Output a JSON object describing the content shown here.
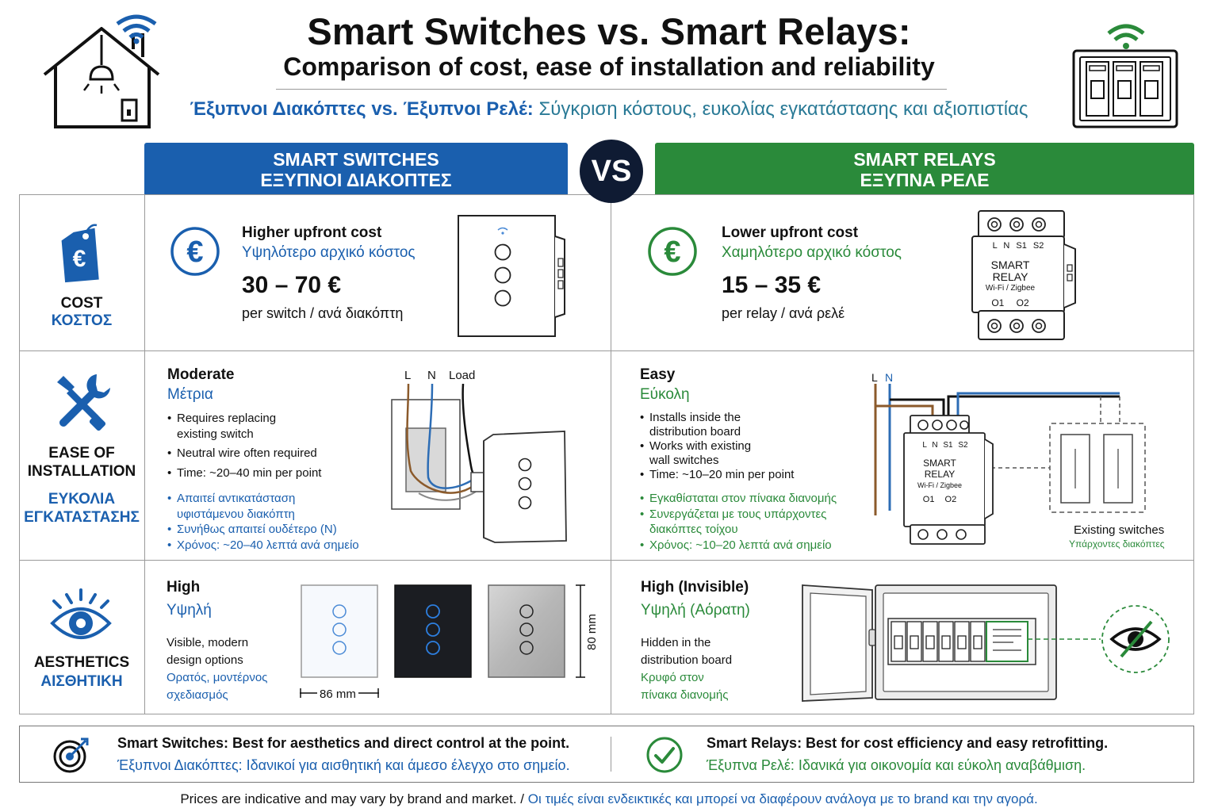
{
  "header": {
    "title": "Smart Switches vs. Smart Relays:",
    "subtitle": "Comparison of cost, ease of installation and reliability",
    "greek_subtitle_bold": "Έξυπνοι Διακόπτες vs. Έξυπνοι Ρελέ:",
    "greek_subtitle_rest": "Σύγκριση κόστους, ευκολίας εγκατάστασης και αξιοπιστίας"
  },
  "columns": {
    "switches": {
      "title": "SMART SWITCHES",
      "title_greek": "ΕΞΥΠΝΟΙ ΔΙΑΚΟΠΤΕΣ"
    },
    "vs": "VS",
    "relays": {
      "title": "SMART RELAYS",
      "title_greek": "ΕΞΥΠΝΑ ΡΕΛΕ"
    }
  },
  "rows": {
    "cost": {
      "label": "COST",
      "label_greek": "ΚΟΣΤΟΣ",
      "switches": {
        "title": "Higher upfront cost",
        "title_greek": "Υψηλότερο αρχικό κόστος",
        "price": "30 – 70 €",
        "unit": "per switch / ανά διακόπτη"
      },
      "relays": {
        "title": "Lower upfront cost",
        "title_greek": "Χαμηλότερο αρχικό κόστος",
        "price": "15 – 35 €",
        "unit": "per relay / ανά ρελέ"
      }
    },
    "installation": {
      "label_line1": "EASE OF",
      "label_line2": "INSTALLATION",
      "label_greek_line1": "ΕΥΚΟΛΙΑ",
      "label_greek_line2": "ΕΓΚΑΤΑΣΤΑΣΗΣ",
      "switches": {
        "title": "Moderate",
        "title_greek": "Μέτρια",
        "bullets": [
          "Requires replacing existing switch",
          "Neutral wire often required",
          "Time: ~20–40 min per point"
        ],
        "bullets_greek": [
          "Απαιτεί αντικατάσταση υφιστάμενου διακόπτη",
          "Συνήθως απαιτεί ουδέτερο (N)",
          "Χρόνος: ~20–40 λεπτά ανά σημείο"
        ],
        "wire_labels": [
          "L",
          "N",
          "Load"
        ]
      },
      "relays": {
        "title": "Easy",
        "title_greek": "Εύκολη",
        "bullets": [
          "Installs inside the distribution board",
          "Works with existing wall switches",
          "Time: ~10–20 min per point"
        ],
        "bullets_greek": [
          "Εγκαθίσταται στον πίνακα διανομής",
          "Συνεργάζεται με τους υπάρχοντες διακόπτες τοίχου",
          "Χρόνος: ~10–20 λεπτά ανά σημείο"
        ],
        "wire_labels": [
          "L",
          "N"
        ],
        "existing_switches": "Existing switches",
        "existing_switches_greek": "Υπάρχοντες διακόπτες"
      }
    },
    "aesthetics": {
      "label": "AESTHETICS",
      "label_greek": "ΑΙΣΘΗΤΙΚΗ",
      "switches": {
        "title": "High",
        "title_greek": "Υψηλή",
        "desc_line1": "Visible, modern",
        "desc_line2": "design options",
        "desc_greek_line1": "Ορατός, μοντέρνος",
        "desc_greek_line2": "σχεδιασμός",
        "width_label": "86 mm",
        "height_label": "80 mm"
      },
      "relays": {
        "title": "High (Invisible)",
        "title_greek": "Υψηλή (Αόρατη)",
        "desc_line1": "Hidden in the",
        "desc_line2": "distribution board",
        "desc_greek_line1": "Κρυφό στον",
        "desc_greek_line2": "πίνακα διανομής"
      }
    }
  },
  "relay_device": {
    "terminals": "L N S1 S2",
    "line1": "SMART",
    "line2": "RELAY",
    "proto": "Wi-Fi / Zigbee",
    "outputs": "O1 O2"
  },
  "summary": {
    "switches": "Smart Switches: Best for aesthetics and direct control at the point.",
    "switches_greek": "Έξυπνοι Διακόπτες: Ιδανικοί για αισθητική και άμεσο έλεγχο στο σημείο.",
    "relays": "Smart Relays: Best for cost efficiency and easy retrofitting.",
    "relays_greek": "Έξυπνα Ρελέ: Ιδανικά για οικονομία και εύκολη αναβάθμιση."
  },
  "footer": {
    "en": "Prices are indicative and may vary by brand and market. /",
    "gr": "Οι τιμές είναι ενδεικτικές και μπορεί να διαφέρουν ανάλογα με το brand και την αγορά."
  },
  "colors": {
    "blue": "#1a5fae",
    "green": "#2a8a3a",
    "navy": "#0f1b33",
    "teal": "#2a7a96"
  }
}
